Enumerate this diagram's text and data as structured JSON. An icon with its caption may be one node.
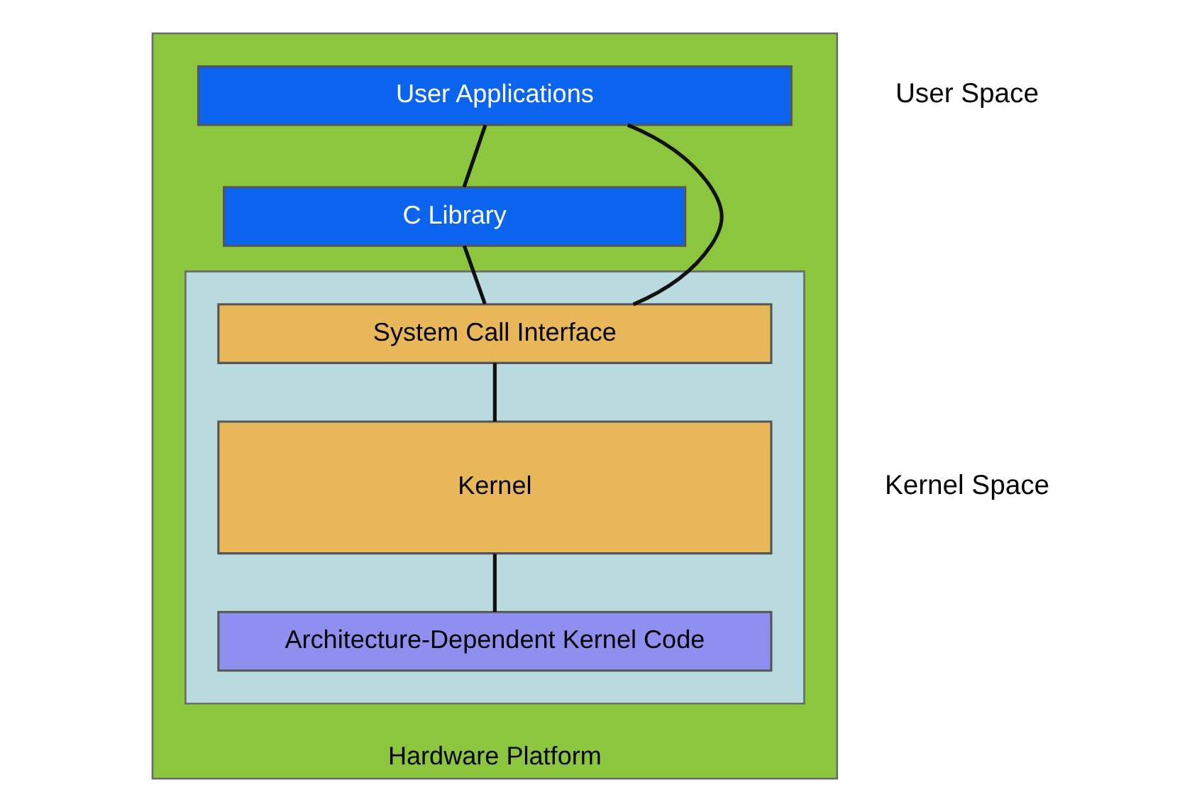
{
  "diagram": {
    "nodes": [
      {
        "text": [
          "Hardware Platform"
        ]
      },
      {
        "text": [
          "User Applications"
        ],
        "in": 0
      },
      {
        "text": [
          "C Library"
        ],
        "in": 0
      },
      {
        "text": [],
        "shape": "box",
        "in": 0
      },
      {
        "text": [
          "System Call Interface"
        ],
        "in": 3
      },
      {
        "text": [
          "Kernel"
        ],
        "in": 3
      },
      {
        "text": [
          "Architecture-Dependent Kernel Code"
        ],
        "in": 3
      }
    ],
    "edges": [
      {
        "from": 1,
        "to": 2,
        "arrow": "none"
      },
      {
        "from": 1,
        "to": 4,
        "arrow": "none"
      },
      {
        "from": 2,
        "to": 4,
        "arrow": "none"
      },
      {
        "from": 4,
        "to": 5,
        "arrow": "none"
      },
      {
        "from": 5,
        "to": 6,
        "arrow": "none"
      }
    ],
    "labels": [
      "User Space",
      "Kernel Space"
    ]
  }
}
